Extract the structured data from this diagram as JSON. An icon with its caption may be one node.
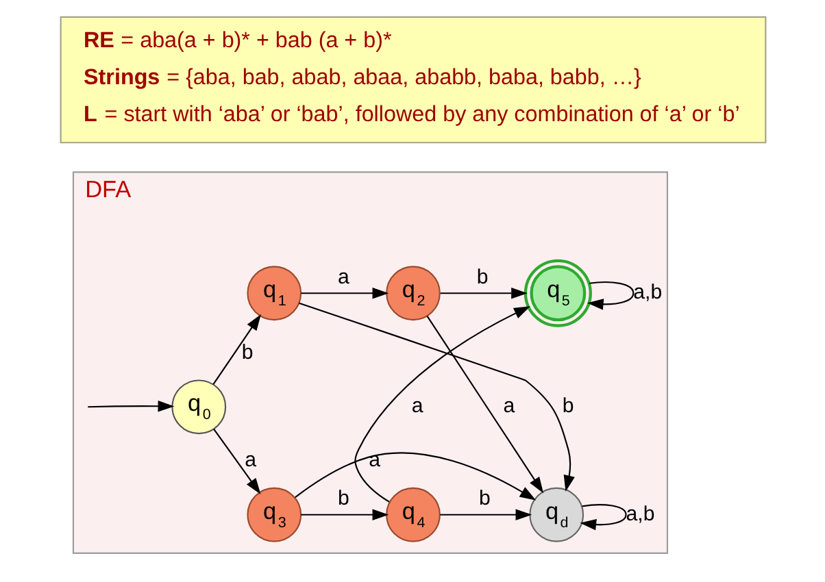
{
  "diagram": {
    "nodes": [
      {
        "text": [
          "RE",
          "= aba(a + b)* + bab (a + b)*",
          "Strings",
          "= {aba, bab, abab, abaa, ababb, baba, babb, …}",
          "L",
          "= start with ‘aba’ or ‘bab’, followed by any combination of ‘a’ or ‘b’"
        ]
      },
      {
        "text": [
          "DFA"
        ]
      },
      {
        "text": [
          "q$_{0}$"
        ],
        "in": 1
      },
      {
        "text": [
          "q$_{1}$"
        ],
        "in": 1
      },
      {
        "text": [
          "q$_{2}$"
        ],
        "in": 1
      },
      {
        "text": [
          "q$_{5}$"
        ],
        "in": 1
      },
      {
        "text": [
          "q$_{3}$"
        ],
        "in": 1
      },
      {
        "text": [
          "q$_{4}$"
        ],
        "in": 1
      },
      {
        "text": [
          "q$_{d}$"
        ],
        "in": 1
      }
    ],
    "edges": [
      {
        "from": null,
        "to": 2,
        "arrow": "to"
      },
      {
        "from": 2,
        "to": 3,
        "arrow": "to",
        "label": "b"
      },
      {
        "from": 2,
        "to": 6,
        "arrow": "to",
        "label": "a"
      },
      {
        "from": 3,
        "to": 4,
        "arrow": "to",
        "label": "a"
      },
      {
        "from": 4,
        "to": 5,
        "arrow": "to",
        "label": "b"
      },
      {
        "from": 5,
        "to": 5,
        "arrow": "to",
        "label": "a,b"
      },
      {
        "from": 6,
        "to": 7,
        "arrow": "to",
        "label": "b"
      },
      {
        "from": 7,
        "to": 8,
        "arrow": "to",
        "label": "b"
      },
      {
        "from": 7,
        "to": 5,
        "arrow": "to",
        "label": "a"
      },
      {
        "from": 3,
        "to": 8,
        "arrow": "to",
        "label": "b"
      },
      {
        "from": 4,
        "to": 8,
        "arrow": "to",
        "label": "a"
      },
      {
        "from": 6,
        "to": 8,
        "arrow": "to",
        "label": "a"
      },
      {
        "from": 8,
        "to": 8,
        "arrow": "to",
        "label": "a,b"
      }
    ]
  }
}
